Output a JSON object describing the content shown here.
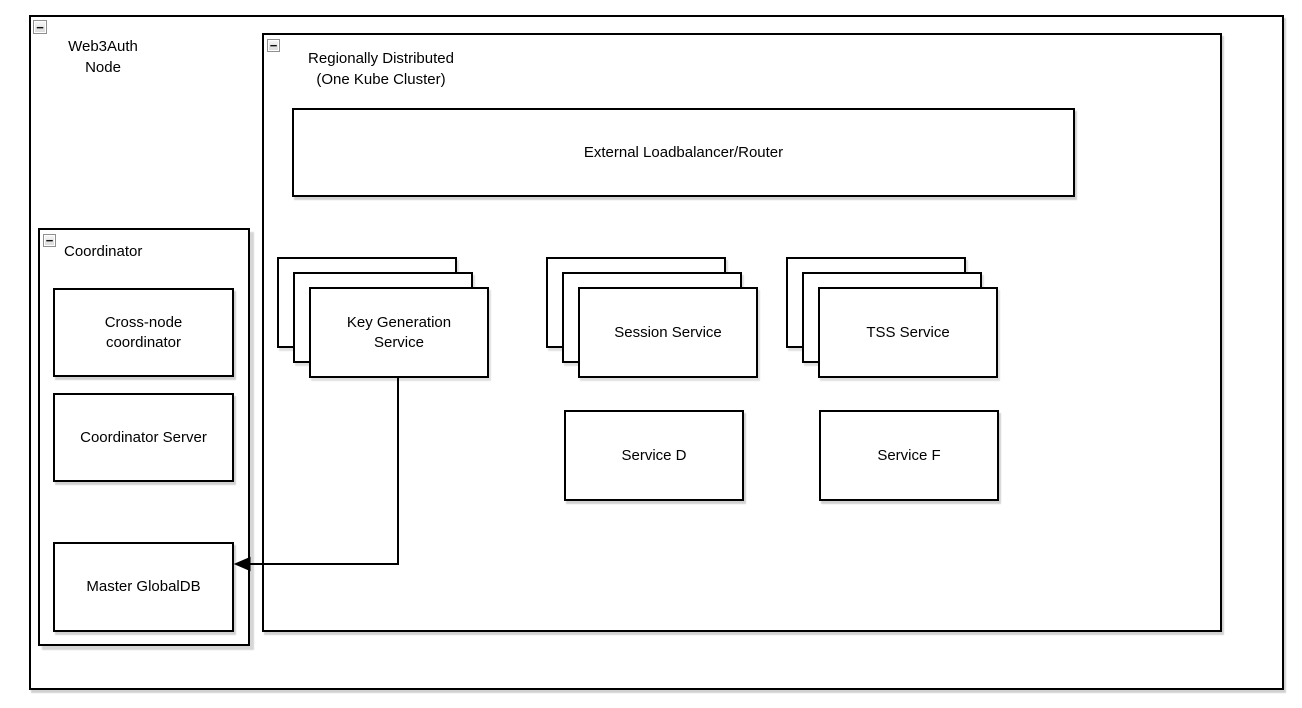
{
  "icons": {
    "collapse": "−"
  },
  "colors": {
    "stroke": "#000000",
    "shape_fill": "#ffffff",
    "background": "#ffffff",
    "collapse_button_bg": "#e0e0e0"
  },
  "containers": {
    "web3auth_node": {
      "label": "Web3Auth\nNode"
    },
    "regionally_distributed": {
      "label": "Regionally Distributed\n(One Kube Cluster)"
    },
    "coordinator": {
      "label": "Coordinator"
    }
  },
  "nodes": {
    "external_loadbalancer": {
      "label": "External Loadbalancer/Router"
    },
    "key_generation_service": {
      "label": "Key Generation\nService",
      "replica_count": 3
    },
    "session_service": {
      "label": "Session Service",
      "replica_count": 3
    },
    "tss_service": {
      "label": "TSS Service",
      "replica_count": 3
    },
    "service_d": {
      "label": "Service D"
    },
    "service_f": {
      "label": "Service F"
    },
    "cross_node_coordinator": {
      "label": "Cross-node\ncoordinator"
    },
    "coordinator_server": {
      "label": "Coordinator Server"
    },
    "master_globaldb": {
      "label": "Master GlobalDB"
    }
  },
  "edges": [
    {
      "from": "Key Generation Service",
      "to": "Master GlobalDB",
      "style": "solid-arrow"
    }
  ]
}
